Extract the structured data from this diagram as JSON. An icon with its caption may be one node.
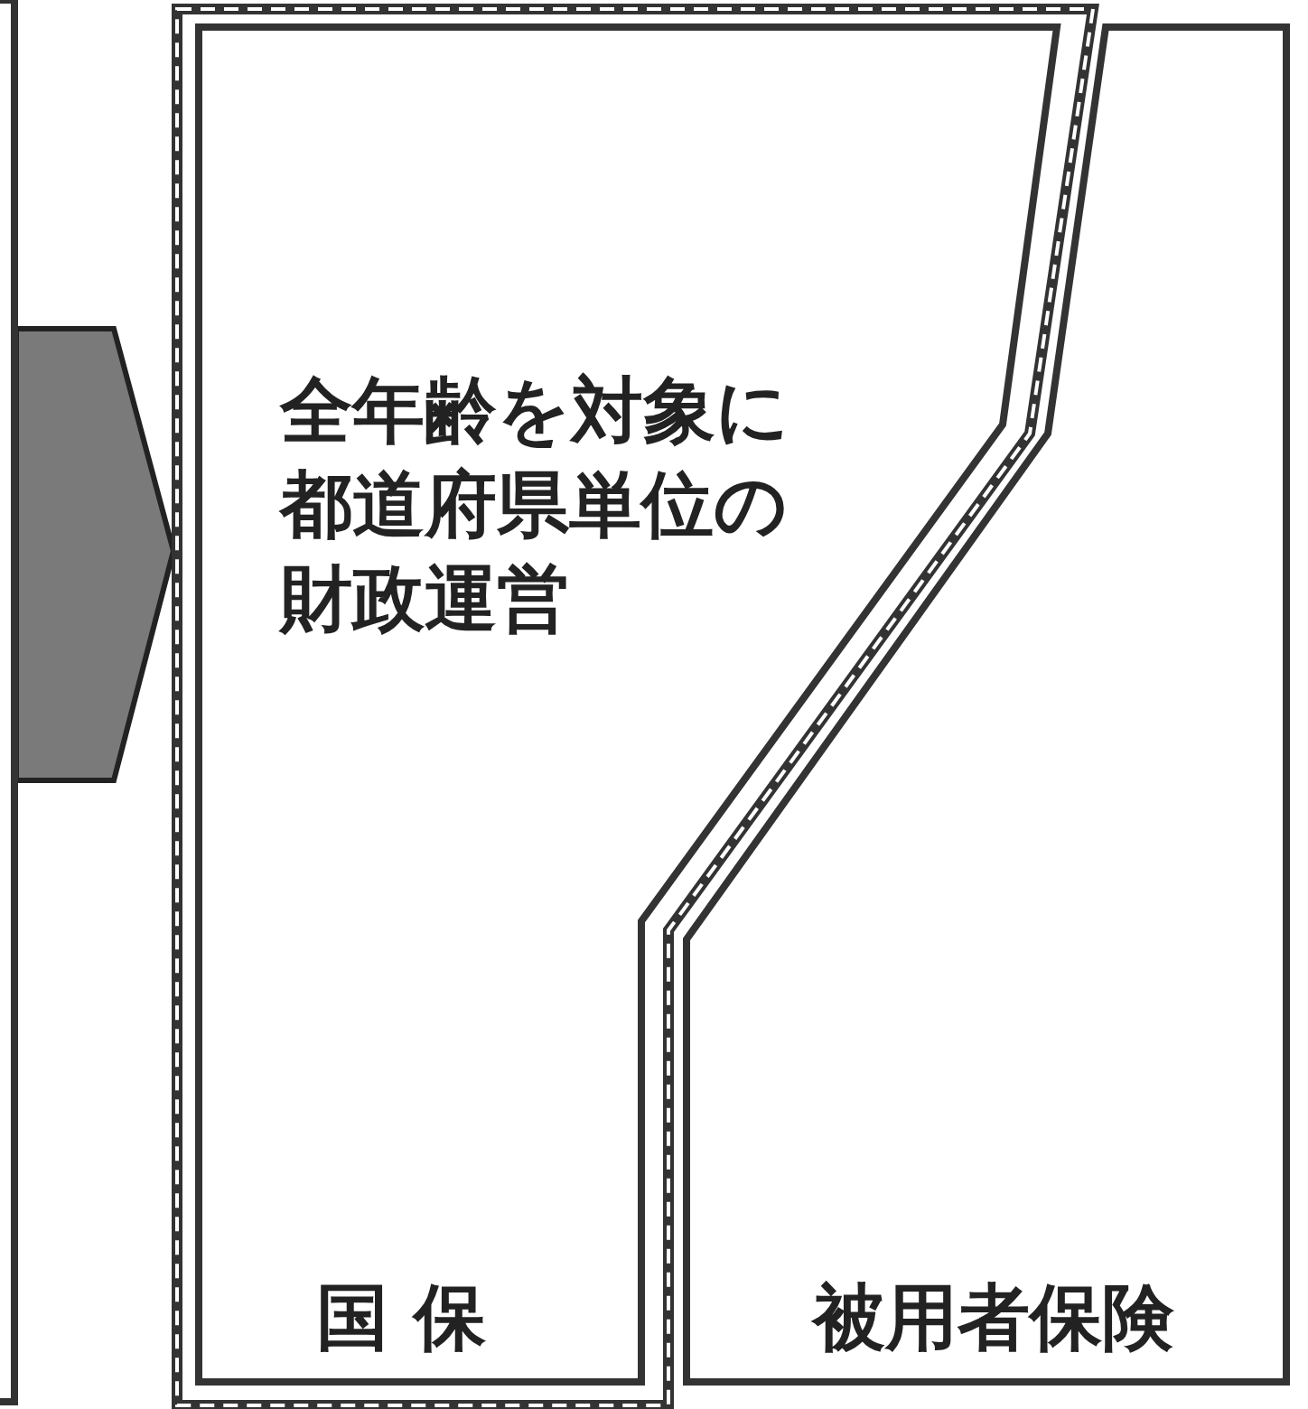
{
  "diagram": {
    "nodes": [
      {
        "text": [],
        "shape": "box"
      },
      {
        "text": [
          "全年齢を対象に都道府県単位の財政運営",
          "国 保"
        ]
      },
      {
        "text": [
          "被用者保険"
        ]
      }
    ],
    "edges": [
      {
        "from": 0,
        "to": 1,
        "arrow": "to"
      }
    ]
  }
}
